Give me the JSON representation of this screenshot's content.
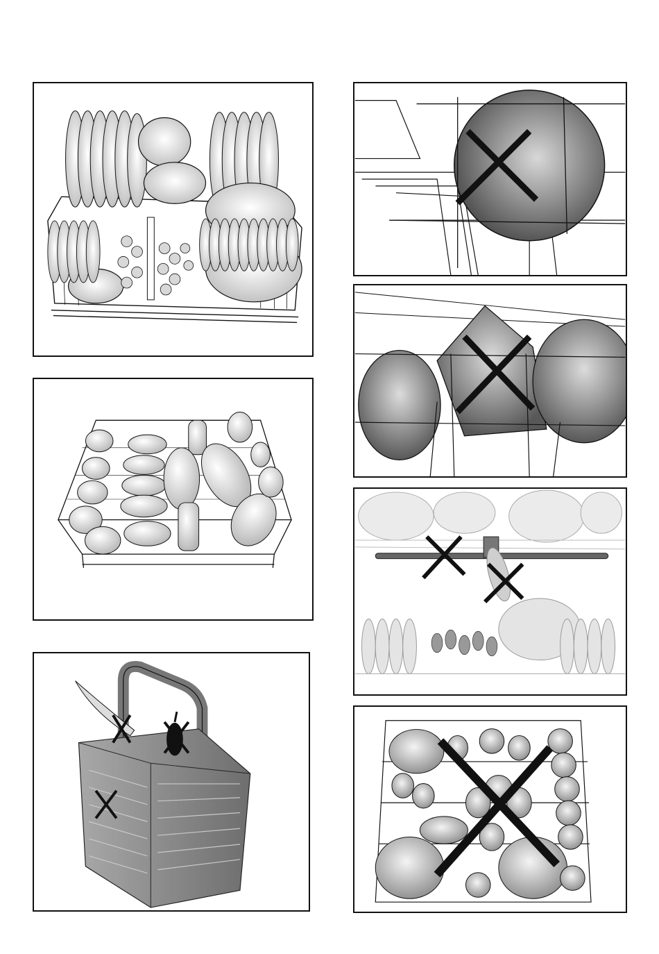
{
  "colors": {
    "line": "#111111",
    "dish_fill": "#e6e6e6",
    "dish_dark": "#8c8c8c",
    "basket_grey": "#8a8a8a",
    "cross": "#111111"
  },
  "panels": [
    {
      "id": "upper-rack-correct",
      "icon": "loaded-lower-basket-illustration",
      "status": "correct"
    },
    {
      "id": "upper-basket-correct",
      "icon": "loaded-upper-basket-illustration",
      "status": "correct"
    },
    {
      "id": "cutlery-basket-incorrect",
      "icon": "cutlery-basket-illustration",
      "status": "incorrect",
      "crosses": 3
    },
    {
      "id": "large-plate-blocking",
      "icon": "plate-blocking-arm-illustration",
      "status": "incorrect",
      "crosses": 1
    },
    {
      "id": "bowls-blocking",
      "icon": "bowls-blocking-illustration",
      "status": "incorrect",
      "crosses": 1
    },
    {
      "id": "spray-arm-blocked",
      "icon": "spray-arm-blocked-illustration",
      "status": "incorrect",
      "crosses": 2
    },
    {
      "id": "basket-overloaded",
      "icon": "overloaded-basket-illustration",
      "status": "incorrect",
      "crosses": 1
    }
  ]
}
